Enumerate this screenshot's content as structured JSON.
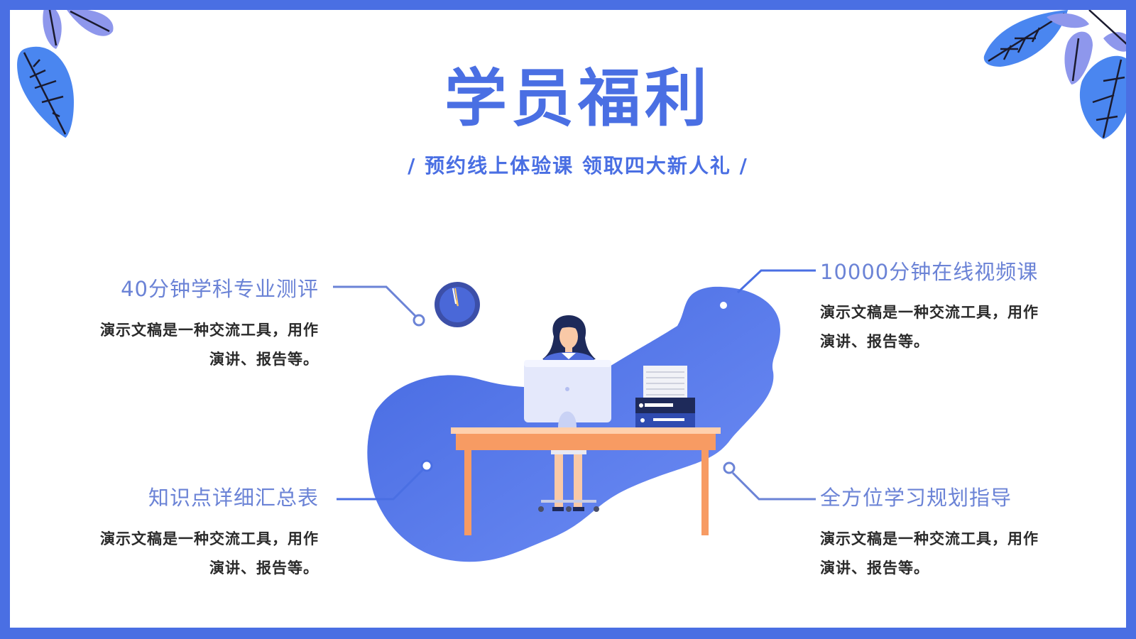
{
  "slide": {
    "title": "学员福利",
    "subtitle": "/ 预约线上体验课 领取四大新人礼 /"
  },
  "features": [
    {
      "title": "40分钟学科专业测评",
      "desc_line1": "演示文稿是一种交流工具，用作",
      "desc_line2": "演讲、报告等。"
    },
    {
      "title": "知识点详细汇总表",
      "desc_line1": "演示文稿是一种交流工具，用作",
      "desc_line2": "演讲、报告等。"
    },
    {
      "title": "10000分钟在线视频课",
      "desc_line1": "演示文稿是一种交流工具，用作",
      "desc_line2": "演讲、报告等。"
    },
    {
      "title": "全方位学习规划指导",
      "desc_line1": "演示文稿是一种交流工具，用作",
      "desc_line2": "演讲、报告等。"
    }
  ],
  "colors": {
    "primary": "#4a6fe3",
    "accent_light": "#6b83d6",
    "desk": "#f79b63",
    "text": "#2b2b2b"
  },
  "icons": [
    "leaf-decoration",
    "clock-icon",
    "monitor-icon",
    "printer-icon",
    "person-illustration"
  ]
}
